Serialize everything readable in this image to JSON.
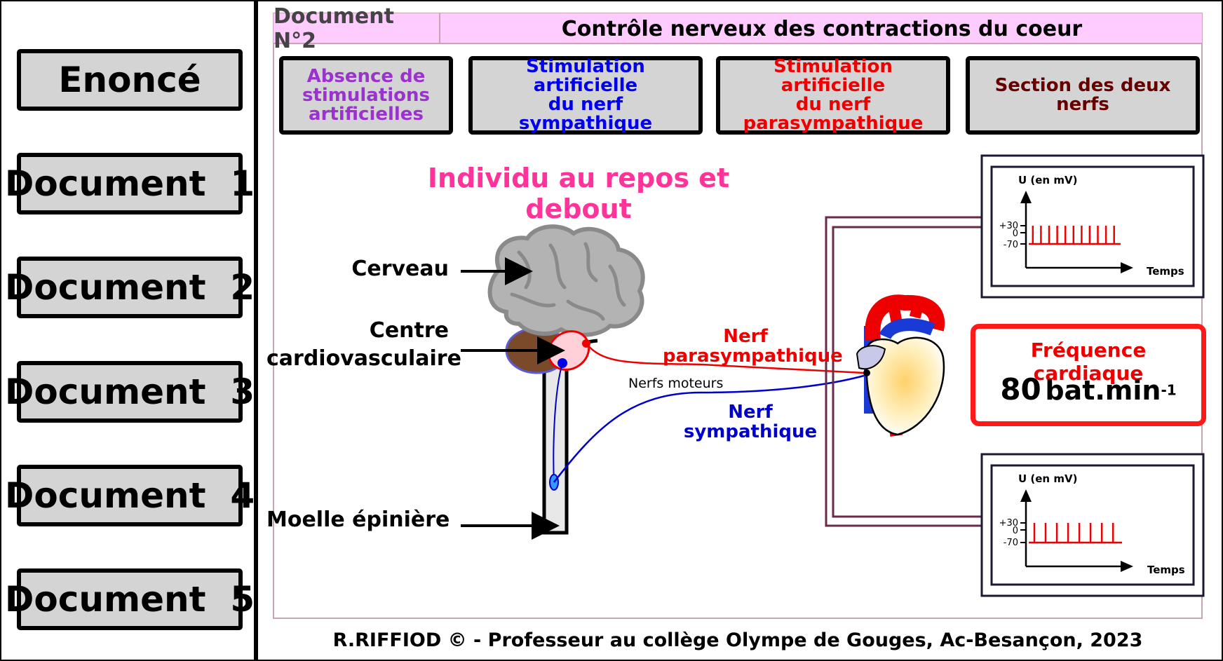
{
  "sidebar": {
    "items": [
      {
        "label": "Enoncé"
      },
      {
        "label": "Document  1"
      },
      {
        "label": "Document  2"
      },
      {
        "label": "Document  3"
      },
      {
        "label": "Document  4"
      },
      {
        "label": "Document  5"
      }
    ]
  },
  "header": {
    "doc_number": "Document N°2",
    "title": "Contrôle nerveux des contractions du coeur",
    "color": "#ffccff"
  },
  "stim_buttons": [
    {
      "line1": "Absence de",
      "line2": "stimulations",
      "line3": "artificielles",
      "color": "#9933cc"
    },
    {
      "line1": "Stimulation artificielle",
      "line2": "du nerf",
      "line3": "sympathique",
      "color": "#0000ee"
    },
    {
      "line1": "Stimulation artificielle",
      "line2": "du nerf",
      "line3": "parasympathique",
      "color": "#ee0000"
    },
    {
      "line1": "Section des deux",
      "line2": "nerfs",
      "line3": "",
      "color": "#660000"
    }
  ],
  "scene": {
    "title_line1": "Individu au repos et",
    "title_line2": "debout",
    "title_color": "#ff3399"
  },
  "labels": {
    "cerveau": "Cerveau",
    "centre_line1": "Centre",
    "centre_line2": "cardiovasculaire",
    "moelle": "Moelle épinière",
    "nerfs_moteurs": "Nerfs moteurs",
    "para_line1": "Nerf",
    "para_line2": "parasympathique",
    "symp_line1": "Nerf",
    "symp_line2": "sympathique"
  },
  "oscilloscopes": [
    {
      "ylabel": "U (en mV)",
      "xlabel": "Temps",
      "ticks": [
        "+30",
        "0",
        "-70"
      ],
      "spike_count": 11
    },
    {
      "ylabel": "U (en mV)",
      "xlabel": "Temps",
      "ticks": [
        "+30",
        "0",
        "-70"
      ],
      "spike_count": 8
    }
  ],
  "frequency": {
    "label": "Fréquence cardiaque",
    "value": "80",
    "unit": "bat.min",
    "exponent": "-1"
  },
  "footer": "R.RIFFIOD © - Professeur au collège Olympe de Gouges, Ac-Besançon, 2023",
  "colors": {
    "parasympathetic": "#ee0000",
    "sympathetic": "#0000cc",
    "brain": "#b3b3b3",
    "cerebellum": "#7a4a2a",
    "heart_fill": "#ffdd88",
    "wire": "#6a2a4a"
  }
}
